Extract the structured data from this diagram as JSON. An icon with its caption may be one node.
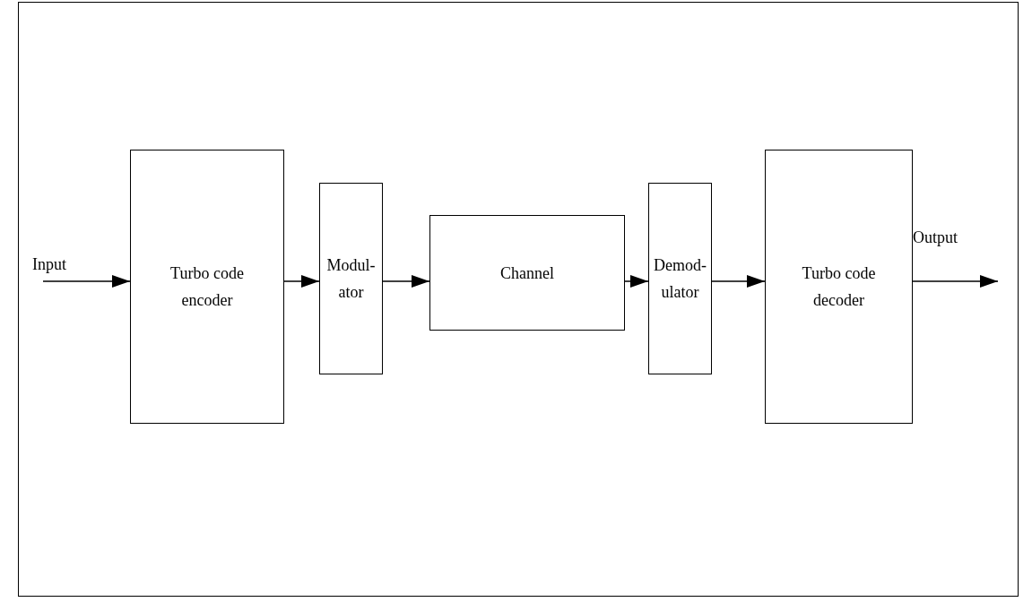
{
  "diagram": {
    "nodes": [
      {
        "text": [
          "Input"
        ]
      },
      {
        "text": [
          "Turbo code encoder"
        ]
      },
      {
        "text": [
          "Modul- ator"
        ]
      },
      {
        "text": [
          "Channel"
        ]
      },
      {
        "text": [
          "Demod- ulator"
        ]
      },
      {
        "text": [
          "Turbo code decoder"
        ]
      },
      {
        "text": [
          "Output"
        ]
      }
    ],
    "edges": [
      {
        "from": 0,
        "to": 1,
        "arrow": "to"
      },
      {
        "from": 1,
        "to": 2,
        "arrow": "to"
      },
      {
        "from": 2,
        "to": 3,
        "arrow": "to"
      },
      {
        "from": 3,
        "to": 4,
        "arrow": "to"
      },
      {
        "from": 4,
        "to": 5,
        "arrow": "to"
      },
      {
        "from": 5,
        "to": 6,
        "arrow": "to"
      }
    ]
  }
}
